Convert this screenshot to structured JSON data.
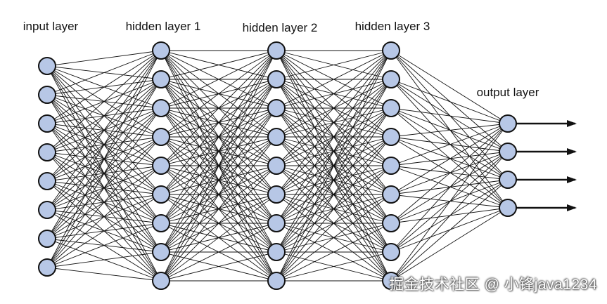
{
  "diagram": {
    "type": "neural-network",
    "colors": {
      "node_fill": "#b7c7e6",
      "stroke": "#111111",
      "text": "#111111"
    },
    "layers": [
      {
        "label": "input layer",
        "nodes": 8
      },
      {
        "label": "hidden layer 1",
        "nodes": 9
      },
      {
        "label": "hidden layer 2",
        "nodes": 9
      },
      {
        "label": "hidden layer 3",
        "nodes": 9
      },
      {
        "label": "output layer",
        "nodes": 4
      }
    ],
    "outputs_have_arrows": true
  },
  "watermark": {
    "text": "掘金技术社区 @ 小锋java1234"
  }
}
